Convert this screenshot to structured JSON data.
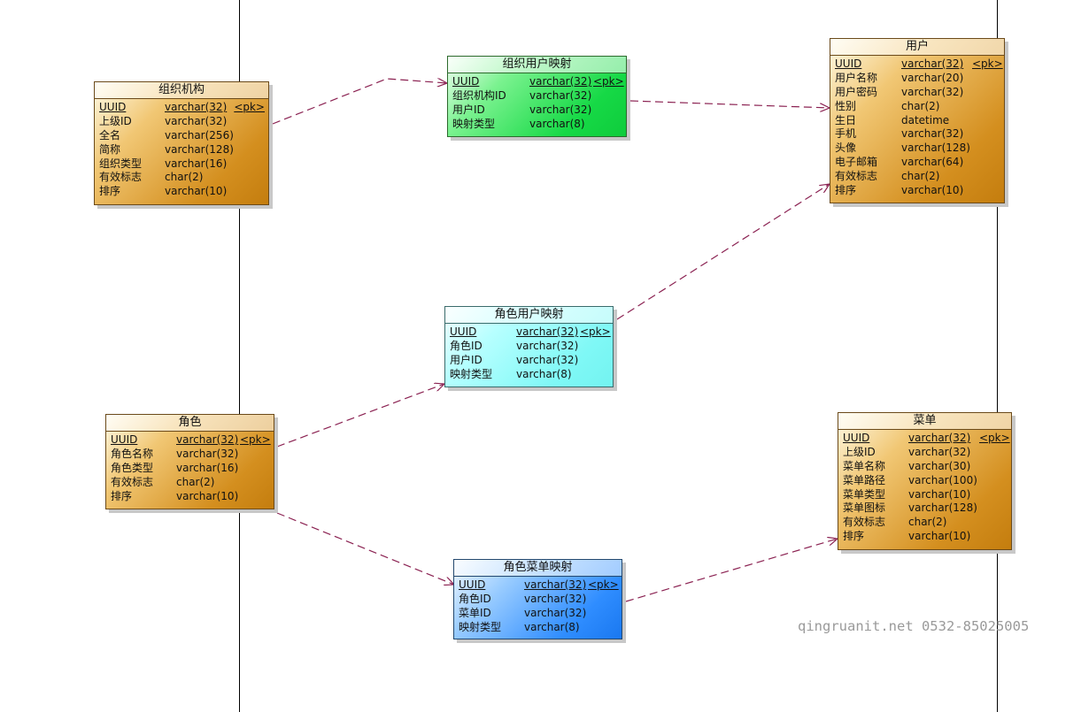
{
  "entities": {
    "org": {
      "title": "组织机构",
      "rows": [
        {
          "name": "UUID",
          "type": "varchar(32)",
          "key": "<pk>"
        },
        {
          "name": "上级ID",
          "type": "varchar(32)",
          "key": ""
        },
        {
          "name": "全名",
          "type": "varchar(256)",
          "key": ""
        },
        {
          "name": "简称",
          "type": "varchar(128)",
          "key": ""
        },
        {
          "name": "组织类型",
          "type": "varchar(16)",
          "key": ""
        },
        {
          "name": "有效标志",
          "type": "char(2)",
          "key": ""
        },
        {
          "name": "排序",
          "type": "varchar(10)",
          "key": ""
        }
      ]
    },
    "org_user": {
      "title": "组织用户映射",
      "rows": [
        {
          "name": "UUID",
          "type": "varchar(32)",
          "key": "<pk>"
        },
        {
          "name": "组织机构ID",
          "type": "varchar(32)",
          "key": ""
        },
        {
          "name": "用户ID",
          "type": "varchar(32)",
          "key": ""
        },
        {
          "name": "映射类型",
          "type": "varchar(8)",
          "key": ""
        }
      ]
    },
    "user": {
      "title": "用户",
      "rows": [
        {
          "name": "UUID",
          "type": "varchar(32)",
          "key": "<pk>"
        },
        {
          "name": "用户名称",
          "type": "varchar(20)",
          "key": ""
        },
        {
          "name": "用户密码",
          "type": "varchar(32)",
          "key": ""
        },
        {
          "name": "性别",
          "type": "char(2)",
          "key": ""
        },
        {
          "name": "生日",
          "type": "datetime",
          "key": ""
        },
        {
          "name": "手机",
          "type": "varchar(32)",
          "key": ""
        },
        {
          "name": "头像",
          "type": "varchar(128)",
          "key": ""
        },
        {
          "name": "电子邮箱",
          "type": "varchar(64)",
          "key": ""
        },
        {
          "name": "有效标志",
          "type": "char(2)",
          "key": ""
        },
        {
          "name": "排序",
          "type": "varchar(10)",
          "key": ""
        }
      ]
    },
    "role_user": {
      "title": "角色用户映射",
      "rows": [
        {
          "name": "UUID",
          "type": "varchar(32)",
          "key": "<pk>"
        },
        {
          "name": "角色ID",
          "type": "varchar(32)",
          "key": ""
        },
        {
          "name": "用户ID",
          "type": "varchar(32)",
          "key": ""
        },
        {
          "name": "映射类型",
          "type": "varchar(8)",
          "key": ""
        }
      ]
    },
    "role": {
      "title": "角色",
      "rows": [
        {
          "name": "UUID",
          "type": "varchar(32)",
          "key": "<pk>"
        },
        {
          "name": "角色名称",
          "type": "varchar(32)",
          "key": ""
        },
        {
          "name": "角色类型",
          "type": "varchar(16)",
          "key": ""
        },
        {
          "name": "有效标志",
          "type": "char(2)",
          "key": ""
        },
        {
          "name": "排序",
          "type": "varchar(10)",
          "key": ""
        }
      ]
    },
    "menu": {
      "title": "菜单",
      "rows": [
        {
          "name": "UUID",
          "type": "varchar(32)",
          "key": "<pk>"
        },
        {
          "name": "上级ID",
          "type": "varchar(32)",
          "key": ""
        },
        {
          "name": "菜单名称",
          "type": "varchar(30)",
          "key": ""
        },
        {
          "name": "菜单路径",
          "type": "varchar(100)",
          "key": ""
        },
        {
          "name": "菜单类型",
          "type": "varchar(10)",
          "key": ""
        },
        {
          "name": "菜单图标",
          "type": "varchar(128)",
          "key": ""
        },
        {
          "name": "有效标志",
          "type": "char(2)",
          "key": ""
        },
        {
          "name": "排序",
          "type": "varchar(10)",
          "key": ""
        }
      ]
    },
    "role_menu": {
      "title": "角色菜单映射",
      "rows": [
        {
          "name": "UUID",
          "type": "varchar(32)",
          "key": "<pk>"
        },
        {
          "name": "角色ID",
          "type": "varchar(32)",
          "key": ""
        },
        {
          "name": "菜单ID",
          "type": "varchar(32)",
          "key": ""
        },
        {
          "name": "映射类型",
          "type": "varchar(8)",
          "key": ""
        }
      ]
    }
  },
  "colors": {
    "orange": "#d48f1f",
    "green": "#16d946",
    "cyan": "#7ff8f6",
    "blue": "#2f8dff",
    "relation_line": "#8b2252"
  },
  "watermark": "qingruanit.net 0532-85025005"
}
